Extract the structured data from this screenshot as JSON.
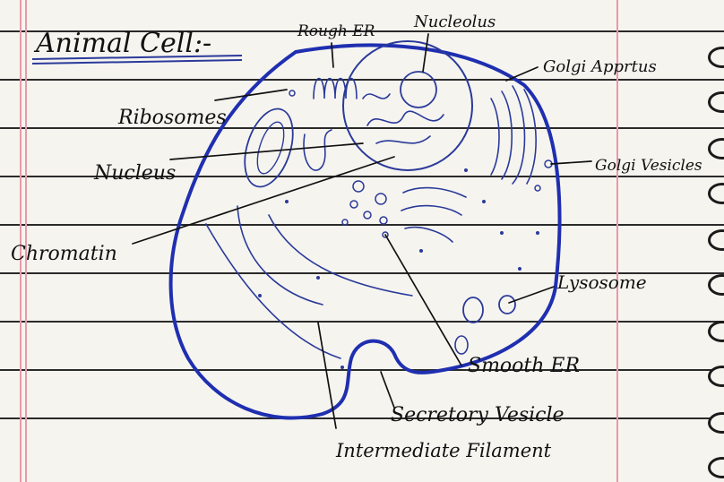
{
  "title": "Animal Cell:-",
  "labels": {
    "rough_er": "Rough ER",
    "nucleolus": "Nucleolus",
    "golgi_apparatus": "Golgi Apprtus",
    "ribosomes": "Ribosomes",
    "golgi_vesicles": "Golgi Vesicles",
    "nucleus": "Nucleus",
    "chromatin": "Chromatin",
    "lysosome": "Lysosome",
    "smooth_er": "Smooth ER",
    "secretory_vesicle": "Secretory Vesicle",
    "intermediate_filament": "Intermediate Filament"
  },
  "colors": {
    "cell_ink": "#1f2fb0",
    "organelle_ink": "#2a3a9a",
    "label_ink": "#111111"
  }
}
